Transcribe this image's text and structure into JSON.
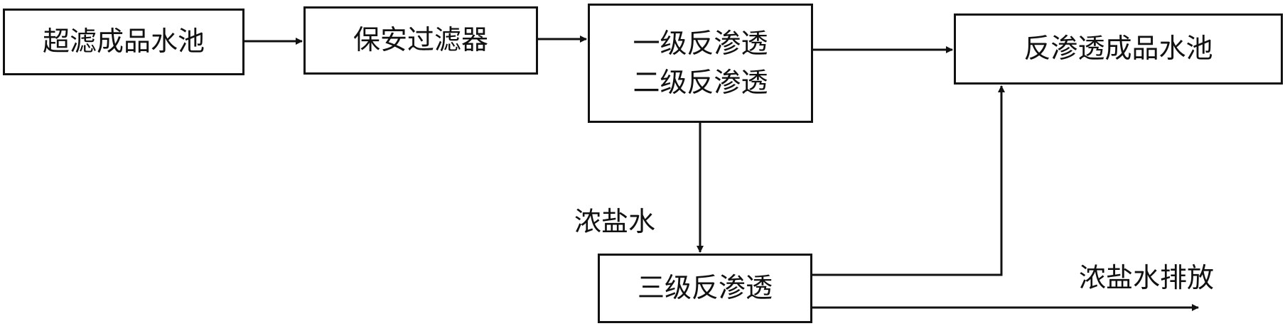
{
  "nodes": {
    "uf_tank": "超滤成品水池",
    "security_filter": "保安过滤器",
    "ro_stage1": "一级反渗透",
    "ro_stage2": "二级反渗透",
    "ro_product_tank": "反渗透成品水池",
    "ro_stage3": "三级反渗透"
  },
  "labels": {
    "concentrate": "浓盐水",
    "concentrate_discharge": "浓盐水排放"
  }
}
